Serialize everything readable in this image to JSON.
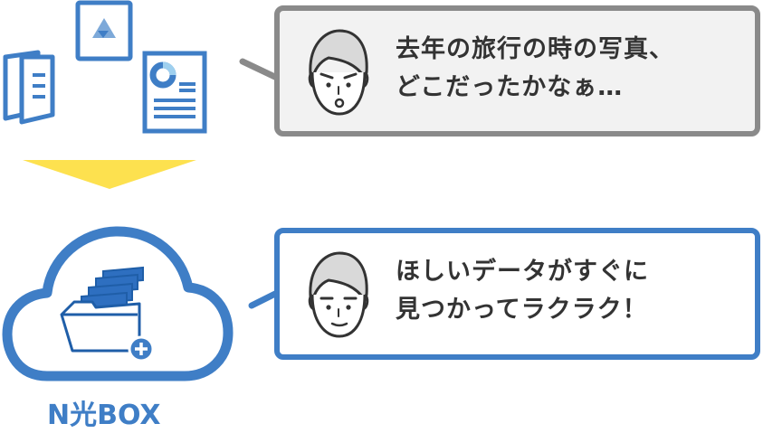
{
  "colors": {
    "blue": "#3f7ec6",
    "dark_blue": "#1f5ea8",
    "gray_border": "#8a8a8a",
    "yellow": "#fde14f",
    "text": "#333333",
    "before_bubble_bg": "#f2f2f2",
    "after_bubble_bg": "#ffffff"
  },
  "before": {
    "speech_line1": "去年の旅行の時の写真、",
    "speech_line2": "どこだったかなぁ…",
    "icons": [
      "folder-icon",
      "image-file-icon",
      "chart-document-icon"
    ]
  },
  "after": {
    "speech_line1": "ほしいデータがすぐに",
    "speech_line2": "見つかってラクラク！",
    "service_label": "N光BOX",
    "icons": [
      "cloud-icon",
      "stacked-folders-icon",
      "add-icon"
    ]
  }
}
